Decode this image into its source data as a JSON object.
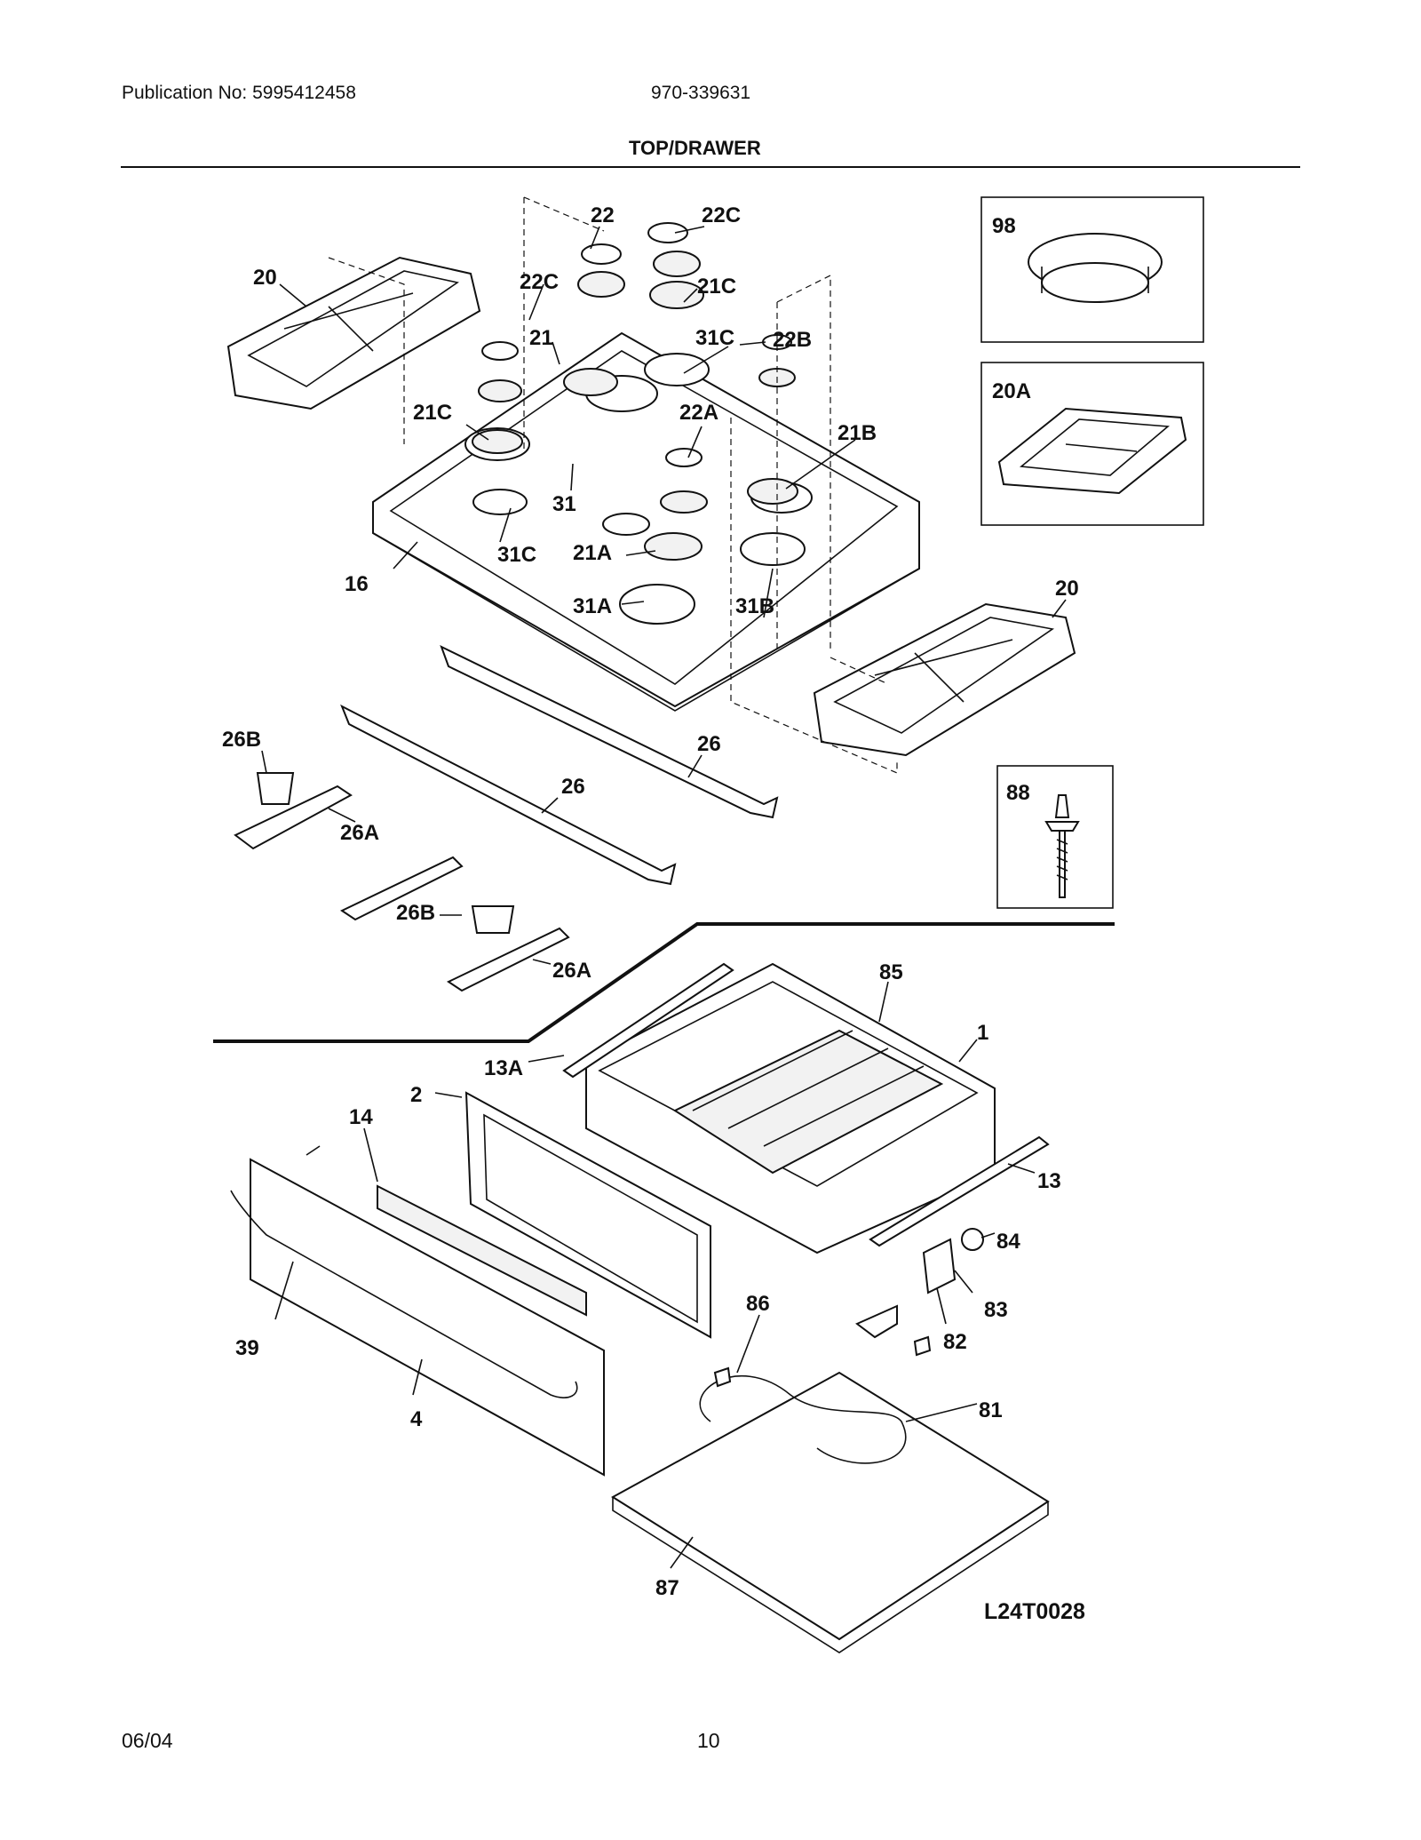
{
  "header": {
    "publication": "Publication No: 5995412458",
    "model": "970-339631",
    "section_title": "TOP/DRAWER"
  },
  "diagram": {
    "code": "L24T0028",
    "labels": [
      "22",
      "22C",
      "20",
      "22C",
      "21C",
      "21",
      "31C",
      "22B",
      "21C",
      "22A",
      "21B",
      "31",
      "31C",
      "21A",
      "16",
      "31A",
      "31B",
      "20",
      "98",
      "20A",
      "88",
      "26B",
      "26",
      "26",
      "26A",
      "26B",
      "26A",
      "85",
      "1",
      "13A",
      "2",
      "14",
      "13",
      "84",
      "83",
      "82",
      "86",
      "39",
      "4",
      "81",
      "87"
    ]
  },
  "footer": {
    "date": "06/04",
    "page": "10"
  }
}
